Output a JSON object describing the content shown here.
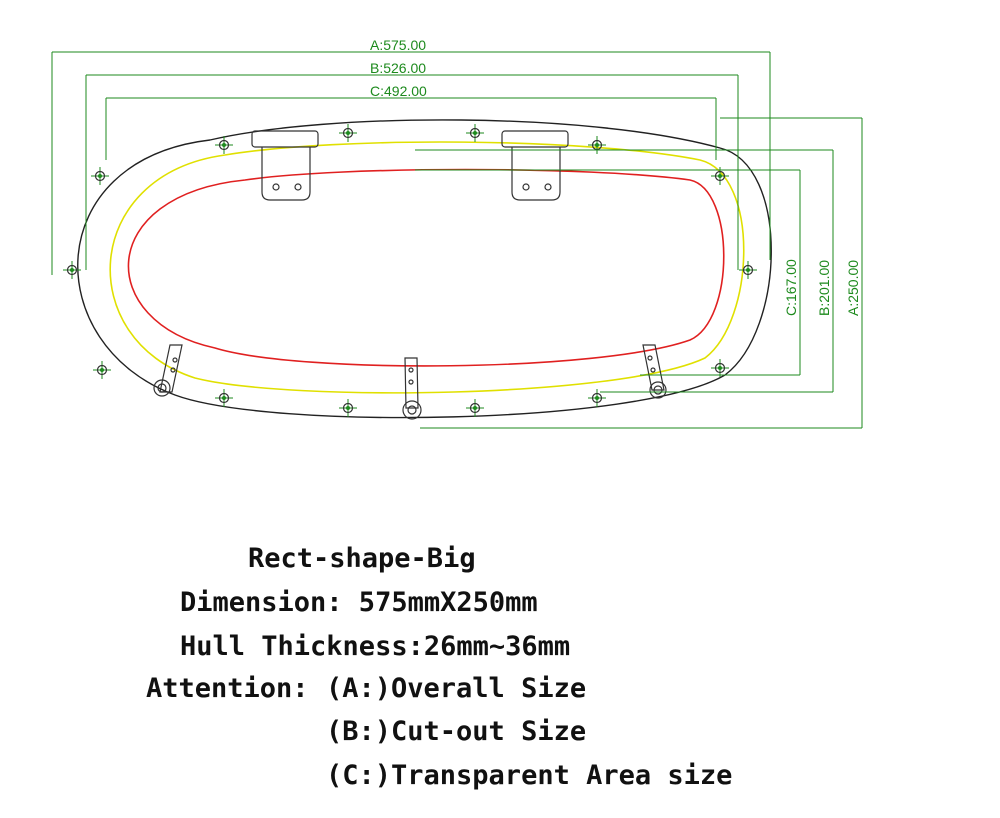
{
  "diagram": {
    "dimension_labels": {
      "a_width": "A:575.00",
      "b_width": "B:526.00",
      "c_width": "C:492.00",
      "c_height": "C:167.00",
      "b_height": "B:201.00",
      "a_height": "A:250.00"
    },
    "colors": {
      "outline": "#222222",
      "cutout_line": "#e0e000",
      "transparent_line": "#e02020",
      "dimension_line": "#1d8a1d",
      "part_detail": "#333333"
    }
  },
  "spec": {
    "title": "Rect-shape-Big",
    "dimension": "Dimension: 575mmX250mm",
    "hull_thickness": "Hull Thickness:26mm~36mm",
    "attention_label": "Attention:",
    "option_a": "(A:)Overall Size",
    "option_b": "(B:)Cut-out Size",
    "option_c": "(C:)Transparent Area size"
  }
}
